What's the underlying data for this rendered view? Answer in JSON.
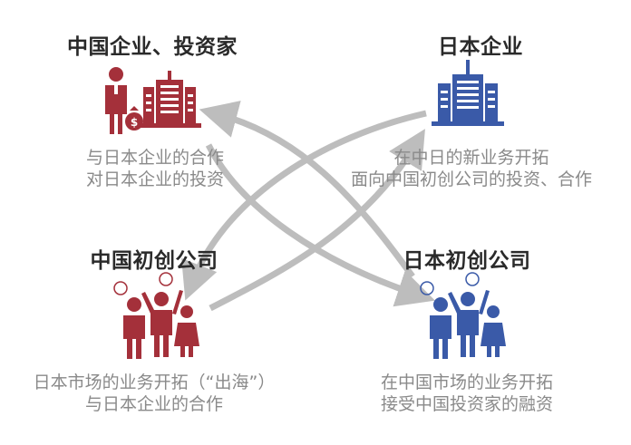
{
  "nodes": {
    "cn_corp": {
      "title": "中国企业、投资家",
      "lines": [
        "与日本企业的合作",
        "对日本企业的投资"
      ],
      "color": "#a4303a"
    },
    "jp_corp": {
      "title": "日本企业",
      "lines": [
        "在中日的新业务开拓",
        "面向中国初创公司的投资、合作"
      ],
      "color": "#3a5aa8"
    },
    "cn_startup": {
      "title": "中国初创公司",
      "lines": [
        "日本市场的业务开拓（“出海”）",
        "与日本企业的合作"
      ],
      "color": "#a4303a"
    },
    "jp_startup": {
      "title": "日本初创公司",
      "lines": [
        "在中国市场的业务开拓",
        "接受中国投资家的融资"
      ],
      "color": "#3a5aa8"
    }
  },
  "icons": {
    "cn_corp": [
      "businessman-icon",
      "money-bag-icon",
      "office-building-icon"
    ],
    "jp_corp": [
      "office-building-icon"
    ],
    "cn_startup": [
      "team-people-icon",
      "lightbulb-icon"
    ],
    "jp_startup": [
      "team-people-icon",
      "lightbulb-icon"
    ]
  },
  "arrow_color": "#bdbdbd"
}
